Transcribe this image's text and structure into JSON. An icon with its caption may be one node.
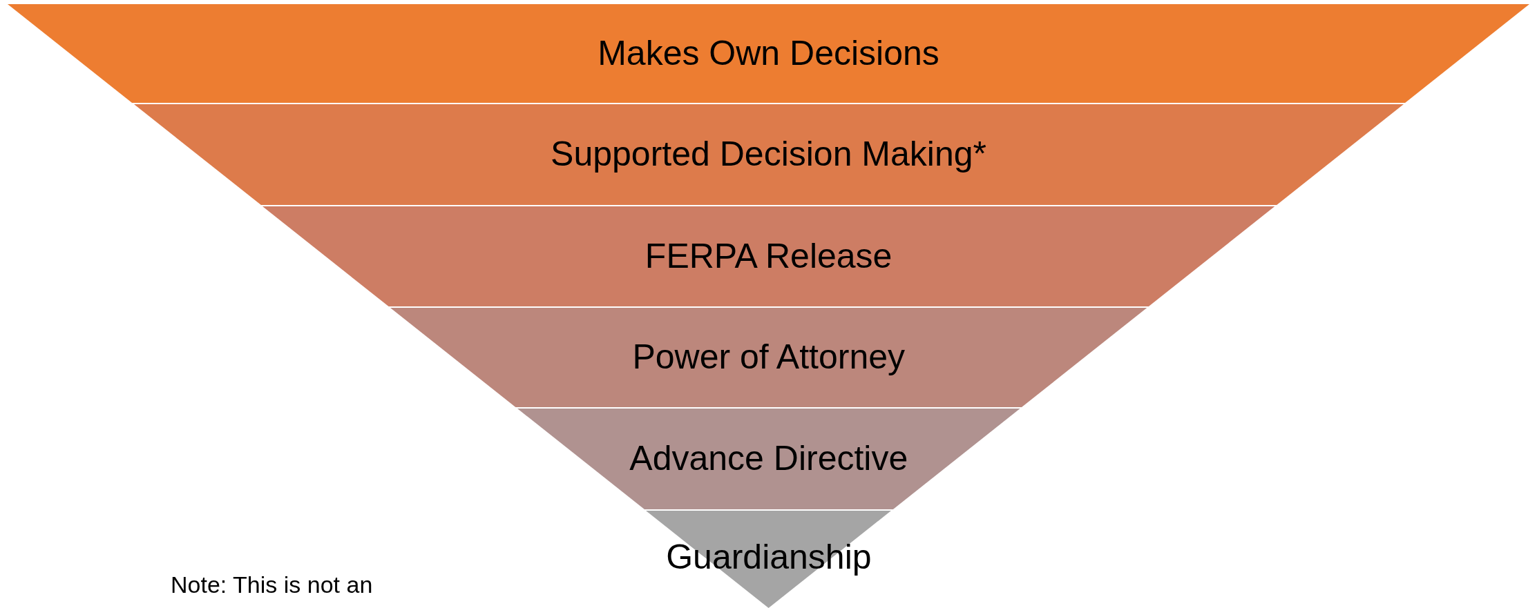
{
  "diagram": {
    "nodes": [
      {
        "text": [
          "Makes Own Decisions"
        ]
      },
      {
        "text": [
          "Supported Decision Making*"
        ]
      },
      {
        "text": [
          "FERPA Release"
        ]
      },
      {
        "text": [
          "Power of Attorney"
        ]
      },
      {
        "text": [
          "Advance Directive"
        ]
      },
      {
        "text": [
          "Guardianship"
        ]
      }
    ],
    "labels": [
      "Note: This is not an"
    ]
  }
}
